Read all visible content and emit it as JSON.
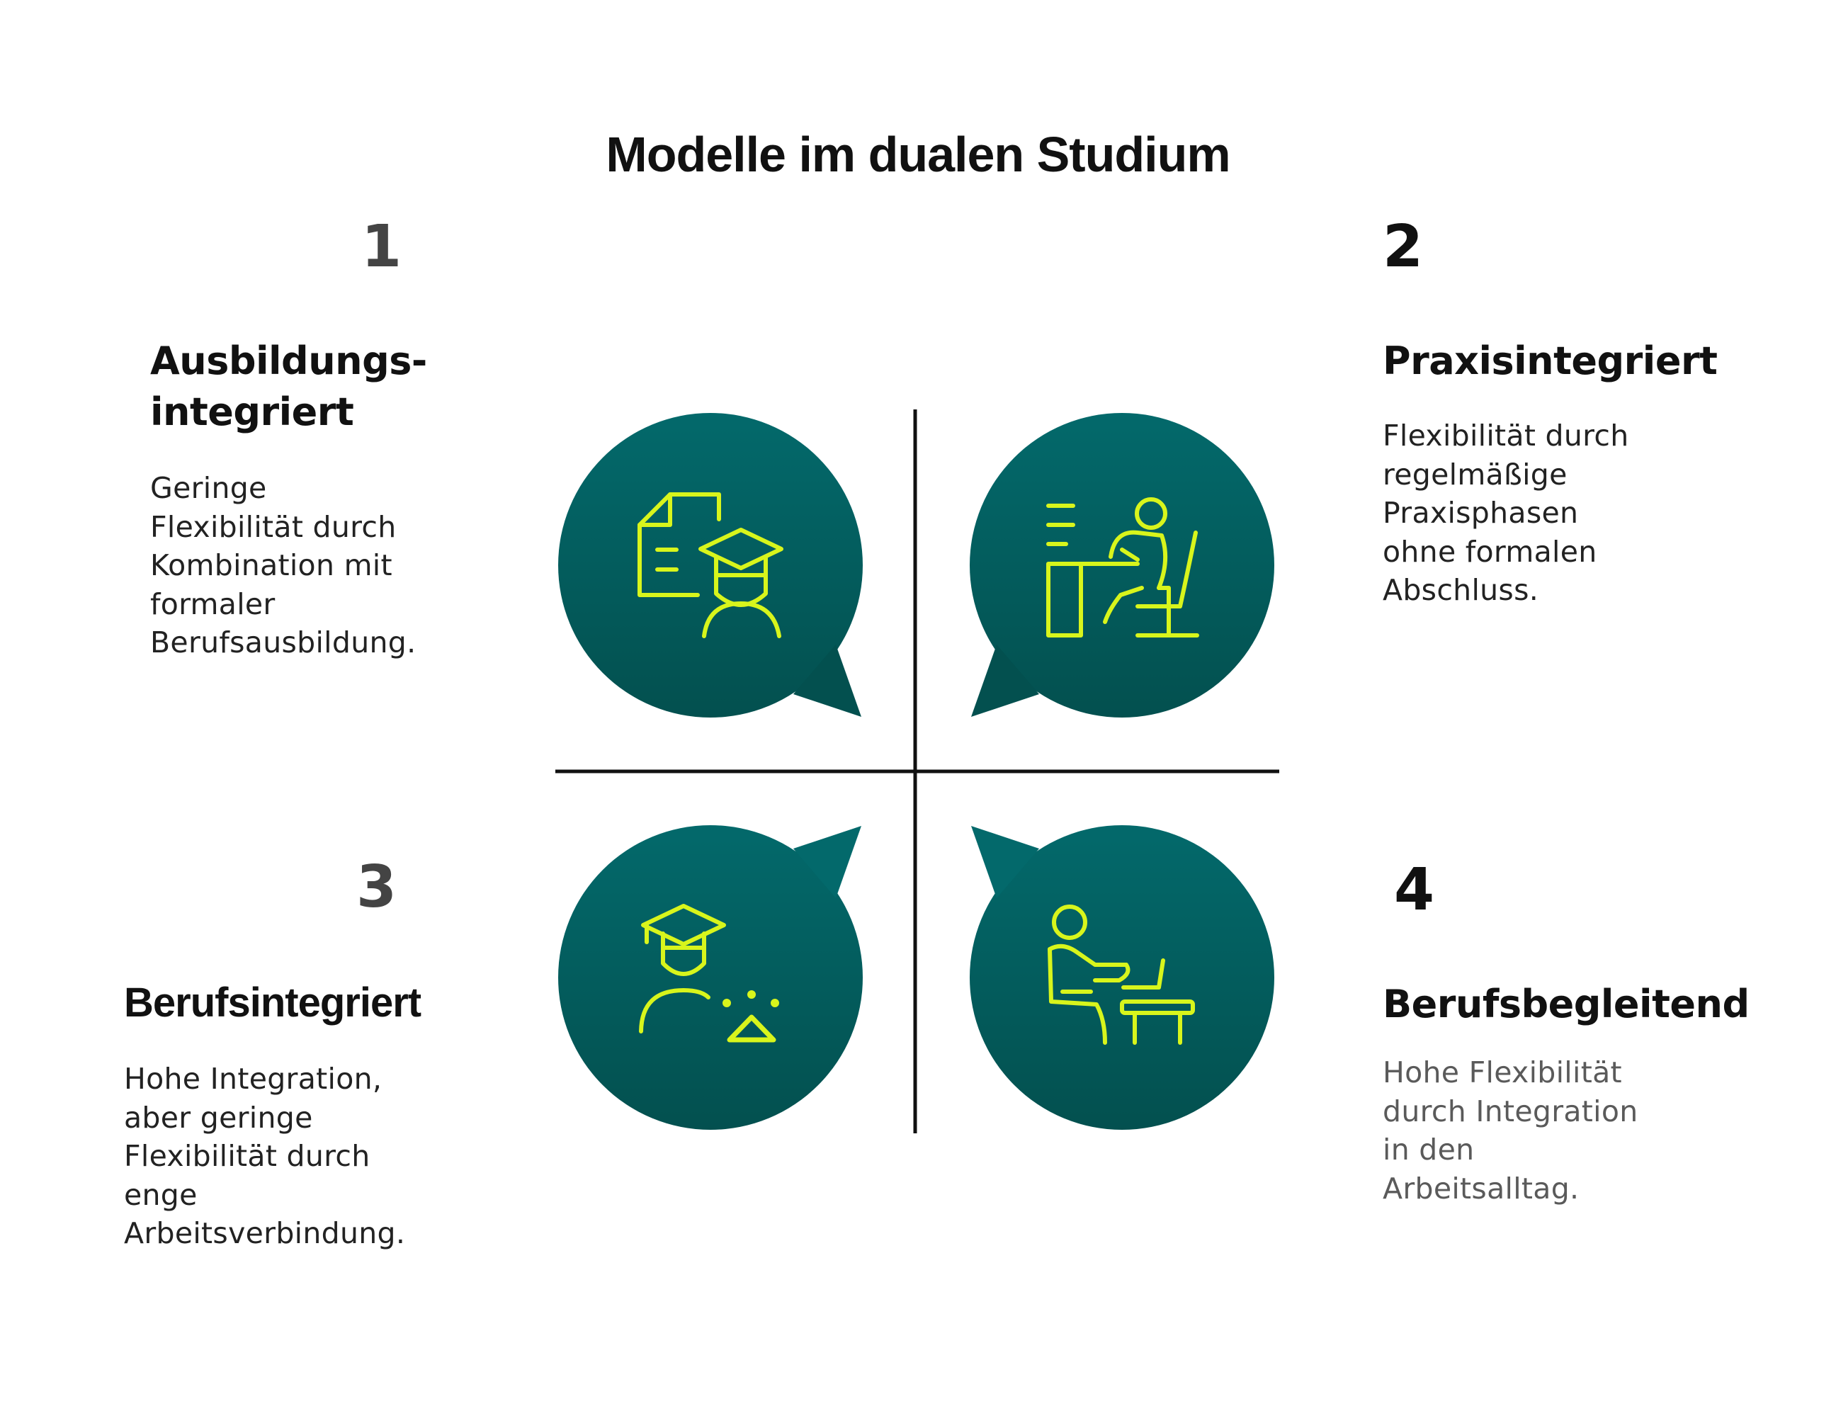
{
  "title": "Modelle im dualen Studium",
  "colors": {
    "bubble_top": "#03696b",
    "bubble_bottom": "#03504f",
    "icon": "#d8f51c",
    "divider": "#111111"
  },
  "quadrants": [
    {
      "number": "1",
      "heading": "Ausbildungs-\nintegriert",
      "description": "Geringe\nFlexibilität durch\nKombination mit\nformaler\nBerufsausbildung.",
      "icon": "document-graduate-icon"
    },
    {
      "number": "2",
      "heading": "Praxisintegriert",
      "description": "Flexibilität durch\nregelmäßige\nPraxisphasen\nohne formalen\nAbschluss.",
      "icon": "person-at-desk-icon"
    },
    {
      "number": "3",
      "heading": "Berufsintegriert",
      "description": "Hohe Integration,\naber geringe\nFlexibilität durch\nenge\nArbeitsverbindung.",
      "icon": "graduate-idea-icon"
    },
    {
      "number": "4",
      "heading": "Berufsbegleitend",
      "description": "Hohe Flexibilität\ndurch Integration\nin den\nArbeitsalltag.",
      "icon": "person-at-laptop-icon"
    }
  ]
}
